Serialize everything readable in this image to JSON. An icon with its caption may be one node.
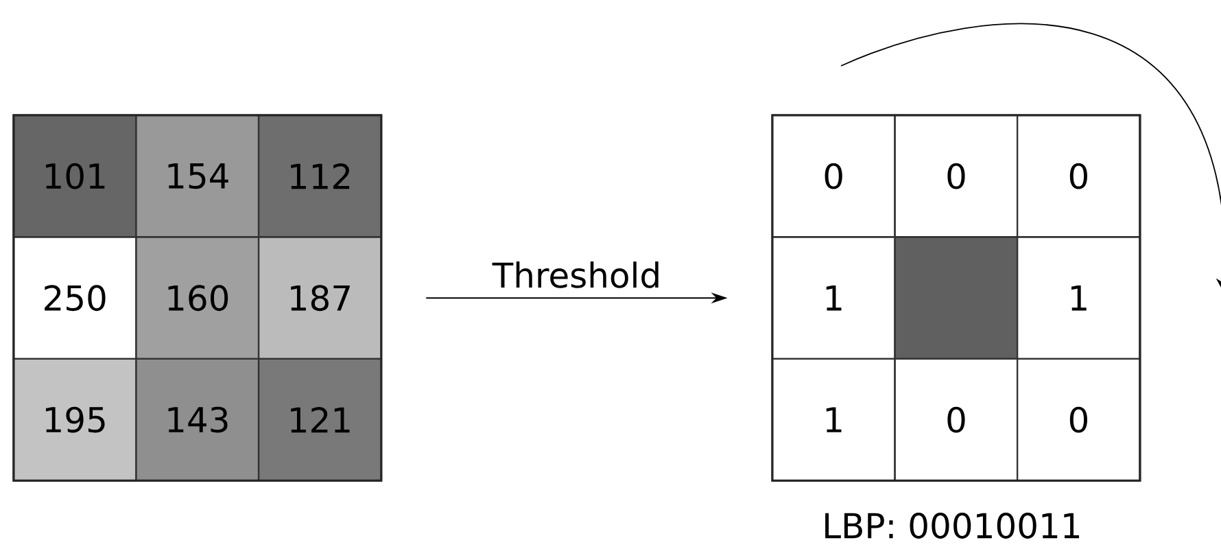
{
  "diagram": {
    "nodes": [
      {
        "text": [],
        "shape": "box"
      },
      {
        "text": [
          "101"
        ],
        "in": 0
      },
      {
        "text": [
          "154"
        ],
        "in": 0
      },
      {
        "text": [
          "112"
        ],
        "in": 0
      },
      {
        "text": [
          "250"
        ],
        "in": 0
      },
      {
        "text": [
          "160"
        ],
        "in": 0
      },
      {
        "text": [
          "187"
        ],
        "in": 0
      },
      {
        "text": [
          "195"
        ],
        "in": 0
      },
      {
        "text": [
          "143"
        ],
        "in": 0
      },
      {
        "text": [
          "121"
        ],
        "in": 0
      },
      {
        "text": [],
        "shape": "box"
      },
      {
        "text": [
          "0"
        ],
        "in": 10
      },
      {
        "text": [
          "0"
        ],
        "in": 10
      },
      {
        "text": [
          "0"
        ],
        "in": 10
      },
      {
        "text": [
          "1"
        ],
        "in": 10
      },
      {
        "text": [],
        "shape": "box",
        "in": 10
      },
      {
        "text": [
          "1"
        ],
        "in": 10
      },
      {
        "text": [
          "1"
        ],
        "in": 10
      },
      {
        "text": [
          "0"
        ],
        "in": 10
      },
      {
        "text": [
          "0"
        ],
        "in": 10
      }
    ],
    "edges": [
      {
        "from": 0,
        "to": 10,
        "arrow": "to",
        "label": "Threshold"
      }
    ],
    "labels": [
      "LBP: 00010011"
    ]
  }
}
